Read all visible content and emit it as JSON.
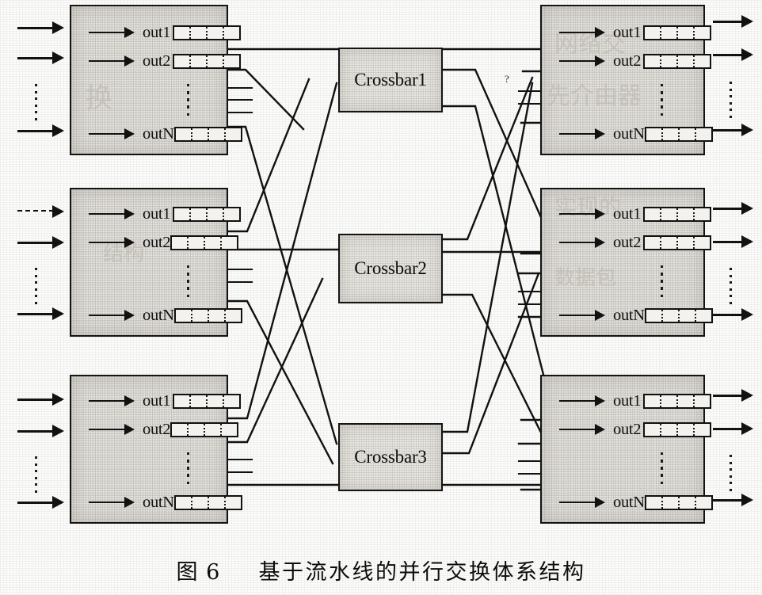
{
  "figure": {
    "caption_number": "图 6",
    "caption_text": "基于流水线的并行交换体系结构",
    "stray_mark": "?"
  },
  "colors": {
    "ink": "#121212",
    "module_fill": "#e9e7e2",
    "buffer_fill": "#f4f2ee",
    "paper": "#fdfdfc"
  },
  "queue_labels": {
    "out1": "out1",
    "out2": "out2",
    "outN": "outN"
  },
  "input_modules": [
    {
      "id": "input-module-1",
      "queues": [
        {
          "label": "out1",
          "cells": 4
        },
        {
          "label": "out2",
          "cells": 4
        },
        {
          "label": "outN",
          "cells": 4
        }
      ],
      "external_inputs": 3
    },
    {
      "id": "input-module-2",
      "queues": [
        {
          "label": "out1",
          "cells": 4
        },
        {
          "label": "out2",
          "cells": 4
        },
        {
          "label": "outN",
          "cells": 4
        }
      ],
      "external_inputs": 3
    },
    {
      "id": "input-module-3",
      "queues": [
        {
          "label": "out1",
          "cells": 4
        },
        {
          "label": "out2",
          "cells": 4
        },
        {
          "label": "outN",
          "cells": 4
        }
      ],
      "external_inputs": 3
    }
  ],
  "crossbars": [
    {
      "id": "crossbar-1",
      "label": "Crossbar1"
    },
    {
      "id": "crossbar-2",
      "label": "Crossbar2"
    },
    {
      "id": "crossbar-3",
      "label": "Crossbar3"
    }
  ],
  "output_modules": [
    {
      "id": "output-module-1",
      "queues": [
        {
          "label": "out1",
          "cells": 4
        },
        {
          "label": "out2",
          "cells": 4
        },
        {
          "label": "outN",
          "cells": 4
        }
      ],
      "external_outputs": 3
    },
    {
      "id": "output-module-2",
      "queues": [
        {
          "label": "out1",
          "cells": 4
        },
        {
          "label": "out2",
          "cells": 4
        },
        {
          "label": "outN",
          "cells": 4
        }
      ],
      "external_outputs": 3
    },
    {
      "id": "output-module-3",
      "queues": [
        {
          "label": "out1",
          "cells": 4
        },
        {
          "label": "out2",
          "cells": 4
        },
        {
          "label": "outN",
          "cells": 4
        }
      ],
      "external_outputs": 3
    }
  ]
}
